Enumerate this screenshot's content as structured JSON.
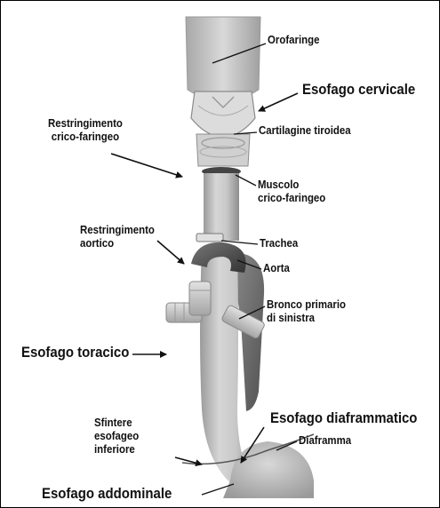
{
  "labels": {
    "orofaringe": "Orofaringe",
    "esofago_cervicale": "Esofago cervicale",
    "restringimento_crico_1": "Restringimento",
    "restringimento_crico_2": "crico-faringeo",
    "cartilagine_tiroidea": "Cartilagine tiroidea",
    "muscolo_1": "Muscolo",
    "muscolo_2": "crico-faringeo",
    "restringimento_aortico_1": "Restringimento",
    "restringimento_aortico_2": "aortico",
    "trachea": "Trachea",
    "aorta": "Aorta",
    "bronco_1": "Bronco primario",
    "bronco_2": "di sinistra",
    "esofago_toracico": "Esofago toracico",
    "esofago_diaframmatico": "Esofago diaframmatico",
    "sfintere_1": "Sfintere",
    "sfintere_2": "esofageo",
    "sfintere_3": "inferiore",
    "diaframma": "Diaframma",
    "esofago_addominale": "Esofago addominale"
  },
  "colors": {
    "tissue": "#c4c4c4",
    "tissue_dark": "#8a8a8a",
    "aorta": "#555555",
    "bronchus": "#d2d2d2",
    "line": "#111111"
  }
}
